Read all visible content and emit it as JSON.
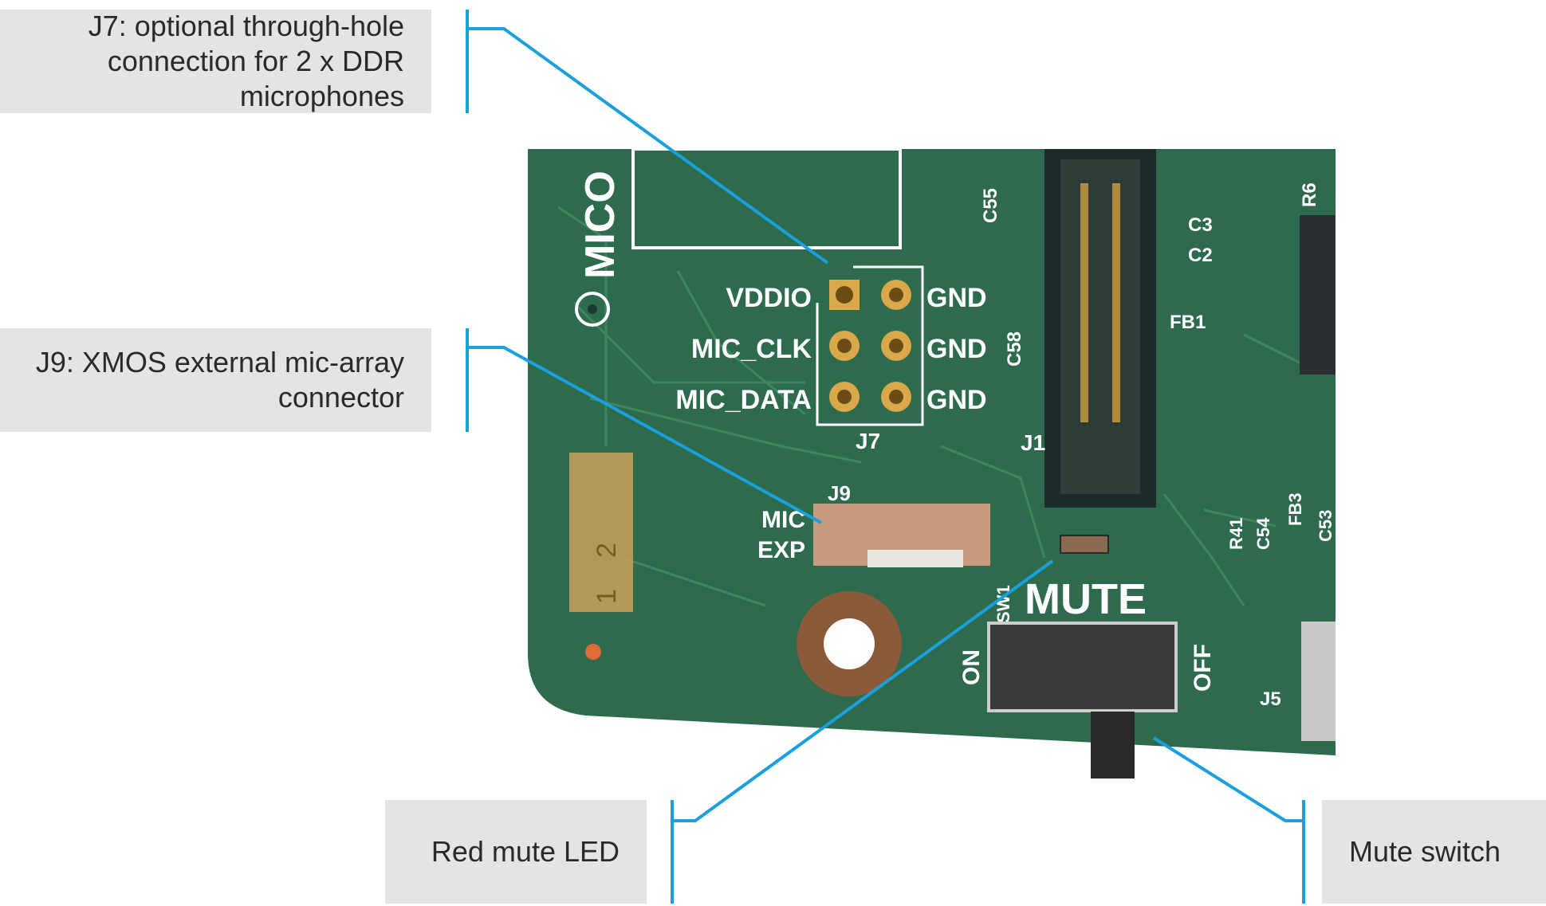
{
  "callouts": {
    "j7": {
      "lines": [
        "J7: optional through-hole",
        "connection for 2 x DDR",
        "microphones"
      ]
    },
    "j9": {
      "lines": [
        "J9: XMOS external mic-array",
        "connector"
      ]
    },
    "led": {
      "lines": [
        "Red mute LED"
      ]
    },
    "switch": {
      "lines": [
        "Mute switch"
      ]
    }
  },
  "board": {
    "logo": "MICO",
    "j7_pins_left": [
      "VDDIO",
      "MIC_CLK",
      "MIC_DATA"
    ],
    "j7_pins_right": [
      "GND",
      "GND",
      "GND"
    ],
    "j7_ref": "J7",
    "j9_ref": "J9",
    "j9_text": [
      "MIC",
      "EXP"
    ],
    "j1_ref": "J1",
    "mute_label": "MUTE",
    "on_label": "ON",
    "off_label": "OFF",
    "sw_ref": "SW1",
    "j5_ref": "J5",
    "caps": [
      "C55",
      "C58",
      "C3",
      "C2",
      "R6",
      "FB1",
      "R41",
      "C54",
      "FB3",
      "C53"
    ],
    "pad_numbers": [
      "1",
      "2"
    ]
  },
  "colors": {
    "accent": "#1aa0dc",
    "board": "#2d6b4c",
    "callout_bg": "#e4e4e4"
  }
}
